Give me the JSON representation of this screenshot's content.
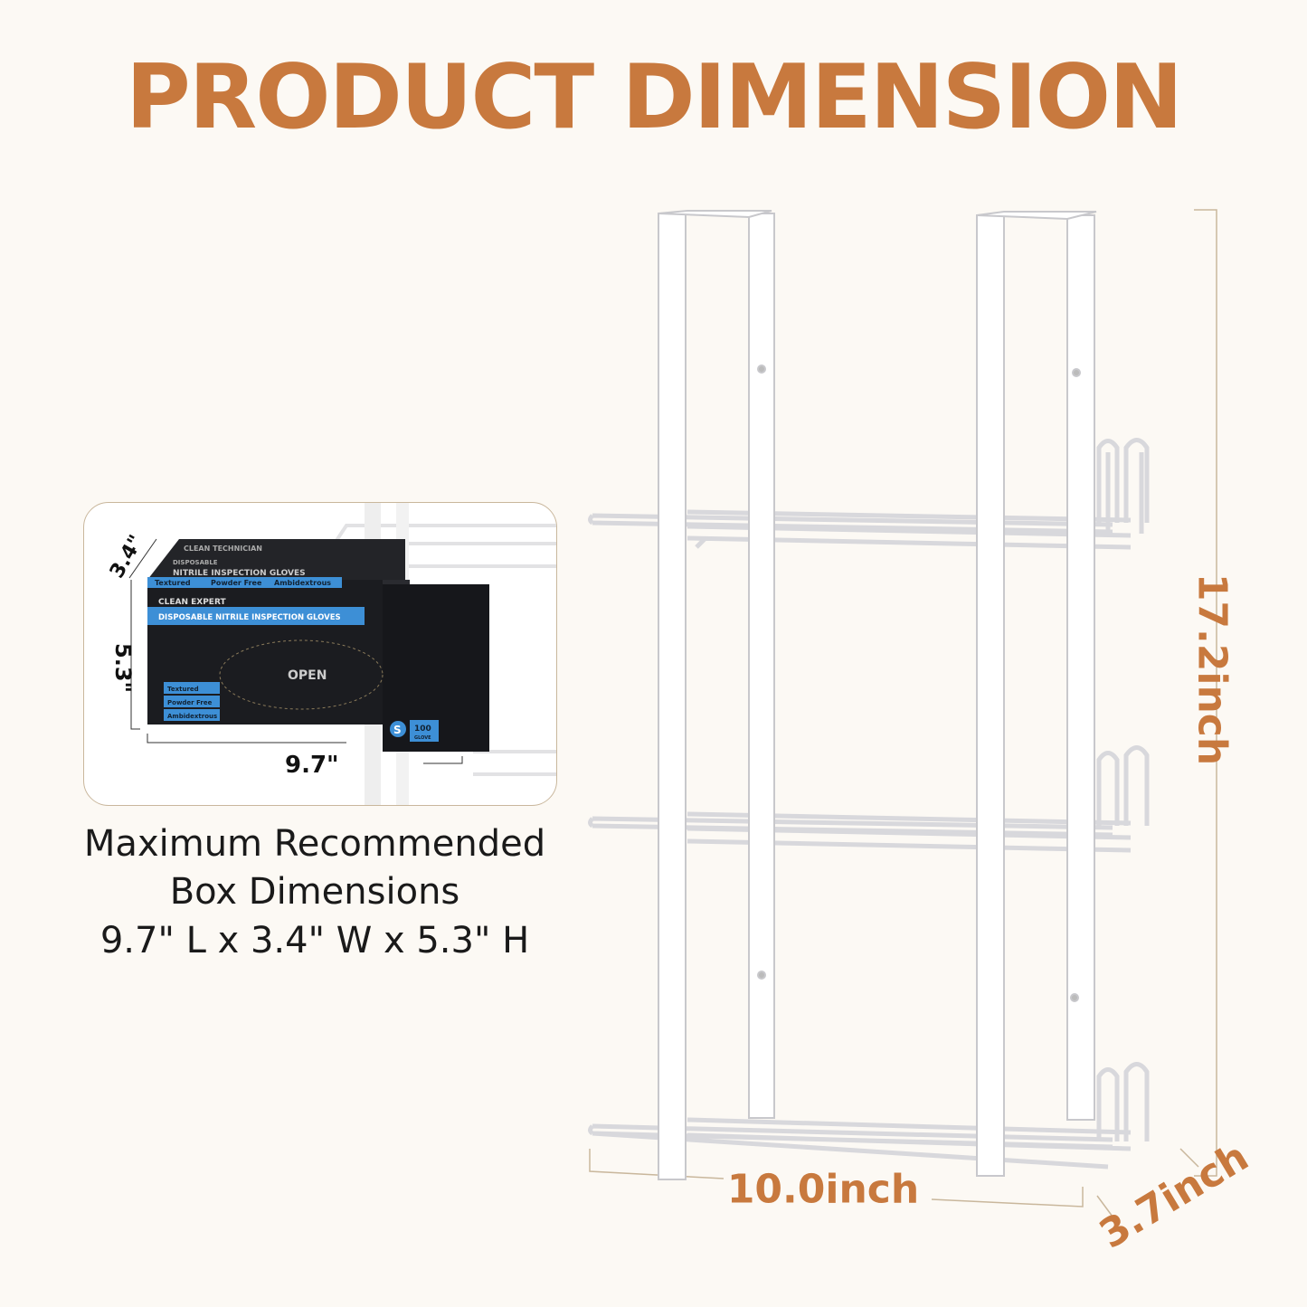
{
  "title": "PRODUCT DIMENSION",
  "dimensions": {
    "height": "17.2inch",
    "width": "10.0inch",
    "depth": "3.7inch"
  },
  "inset": {
    "box_dims": {
      "width": "3.4\"",
      "height": "5.3\"",
      "length": "9.7\""
    },
    "box_text": {
      "brand_top": "CLEAN TECHNICIAN",
      "top_title_1": "DISPOSABLE",
      "top_title_2": "NITRILE INSPECTION GLOVES",
      "top_tags": [
        "Textured",
        "Powder Free",
        "Ambidextrous"
      ],
      "brand": "CLEAN EXPERT",
      "front_title": "DISPOSABLE NITRILE INSPECTION GLOVES",
      "open": "OPEN",
      "front_tags": [
        "Textured",
        "Powder Free",
        "Ambidextrous"
      ],
      "size": "S",
      "count": "100",
      "count_unit": "GLOVE"
    }
  },
  "caption": {
    "line1": "Maximum Recommended",
    "line2": "Box Dimensions",
    "line3": "9.7\" L x 3.4\" W x 5.3\" H"
  },
  "colors": {
    "accent": "#c8793e",
    "background": "#fcf9f4",
    "box_blue": "#3d8fd6",
    "box_black": "#1b1c20"
  }
}
